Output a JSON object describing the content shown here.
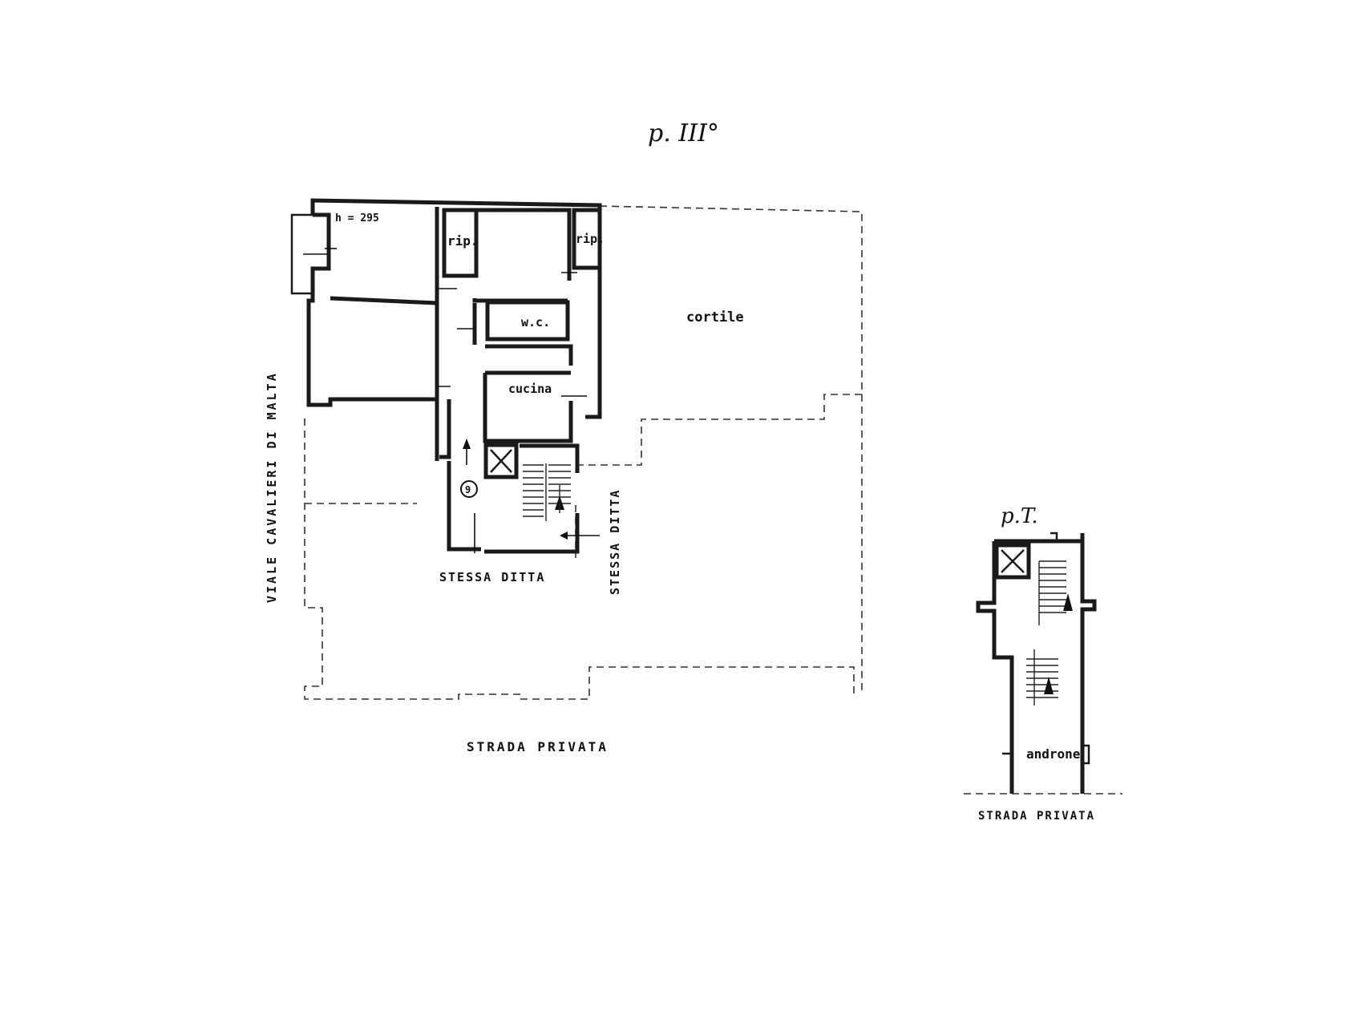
{
  "titles": {
    "upper_floor": "p. III°",
    "ground_floor": "p.T."
  },
  "labels": {
    "height_note": "h = 295",
    "storage_left": "rip.",
    "storage_right": "rip.",
    "wc": "w.c.",
    "kitchen": "cucina",
    "courtyard": "cortile",
    "lobby": "androne",
    "unit_marker": "9"
  },
  "surroundings": {
    "west_street": "VIALE CAVALIERI DI MALTA",
    "south_street": "STRADA PRIVATA",
    "south_street_ground": "STRADA PRIVATA",
    "neighbor_south": "STESSA DITTA",
    "neighbor_east": "STESSA DITTA"
  }
}
